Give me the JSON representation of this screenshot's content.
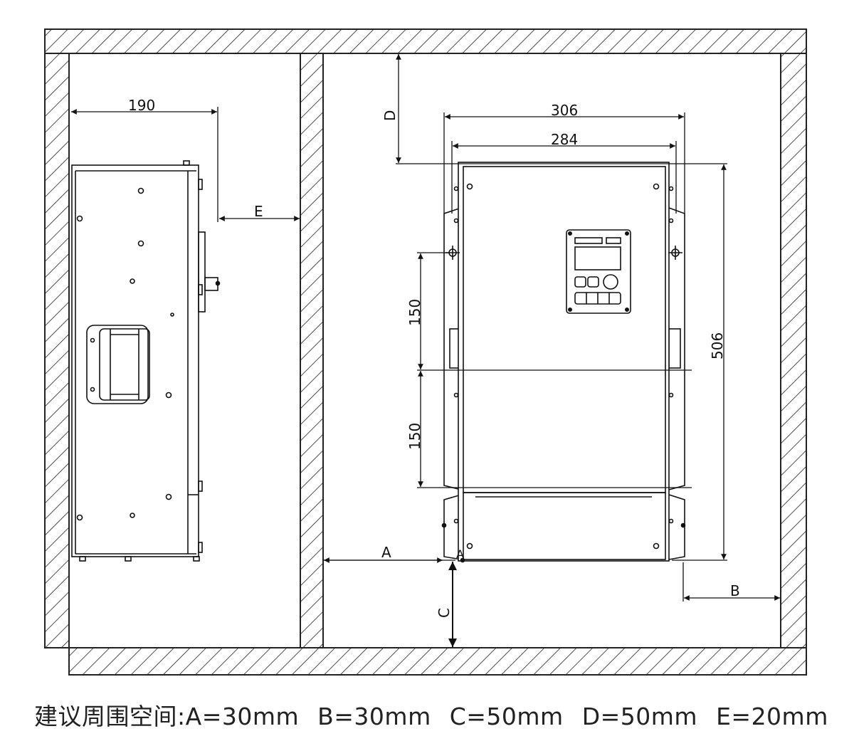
{
  "drawing": {
    "side_view": {
      "width_label": "190",
      "clearance_label": "E"
    },
    "front_view": {
      "outer_width_label": "306",
      "inner_width_label": "284",
      "height_label": "506",
      "top_clearance_label": "D",
      "mount_pitch_upper_label": "150",
      "mount_pitch_lower_label": "150",
      "left_clearance_label": "A",
      "left_clearance_label_small": "A",
      "right_clearance_label": "B",
      "bottom_clearance_label": "C"
    }
  },
  "caption": {
    "prefix": "建议周围空间:",
    "items": [
      "A=30mm",
      "B=30mm",
      "C=50mm",
      "D=50mm",
      "E=20mm"
    ]
  }
}
